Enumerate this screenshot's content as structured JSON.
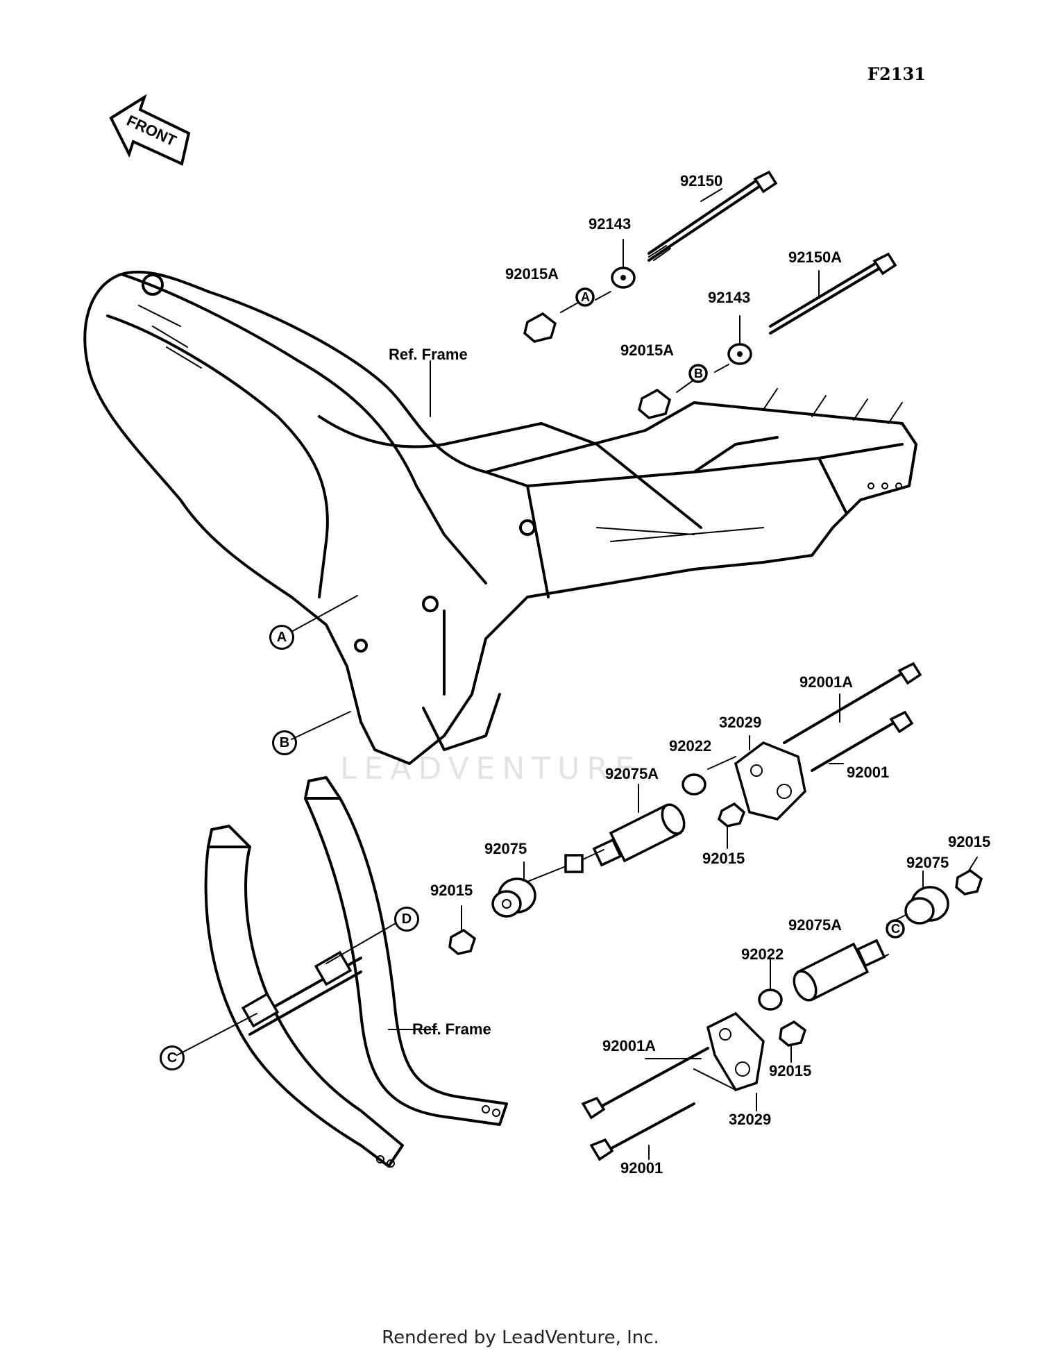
{
  "figure_code": "F2131",
  "front_arrow_label": "FRONT",
  "watermark": "LEADVENTURE",
  "footer": "Rendered by LeadVenture, Inc.",
  "ref_labels": {
    "upper": "Ref. Frame",
    "lower": "Ref. Frame"
  },
  "callouts": [
    "A",
    "B",
    "C",
    "D"
  ],
  "part_numbers": {
    "p92150": "92150",
    "p92143_a": "92143",
    "p92015A_a": "92015A",
    "p92150A": "92150A",
    "p92143_b": "92143",
    "p92015A_b": "92015A",
    "p92001A_a": "92001A",
    "p32029_a": "32029",
    "p92022_a": "92022",
    "p92001_a": "92001",
    "p92075A_a": "92075A",
    "p92015_a": "92015",
    "p92075_a": "92075",
    "p92015_b": "92015",
    "p92015_c": "92015",
    "p92075_b": "92075",
    "p92075A_b": "92075A",
    "p92022_b": "92022",
    "p92001A_b": "92001A",
    "p92015_d": "92015",
    "p32029_b": "32029",
    "p92001_b": "92001"
  }
}
